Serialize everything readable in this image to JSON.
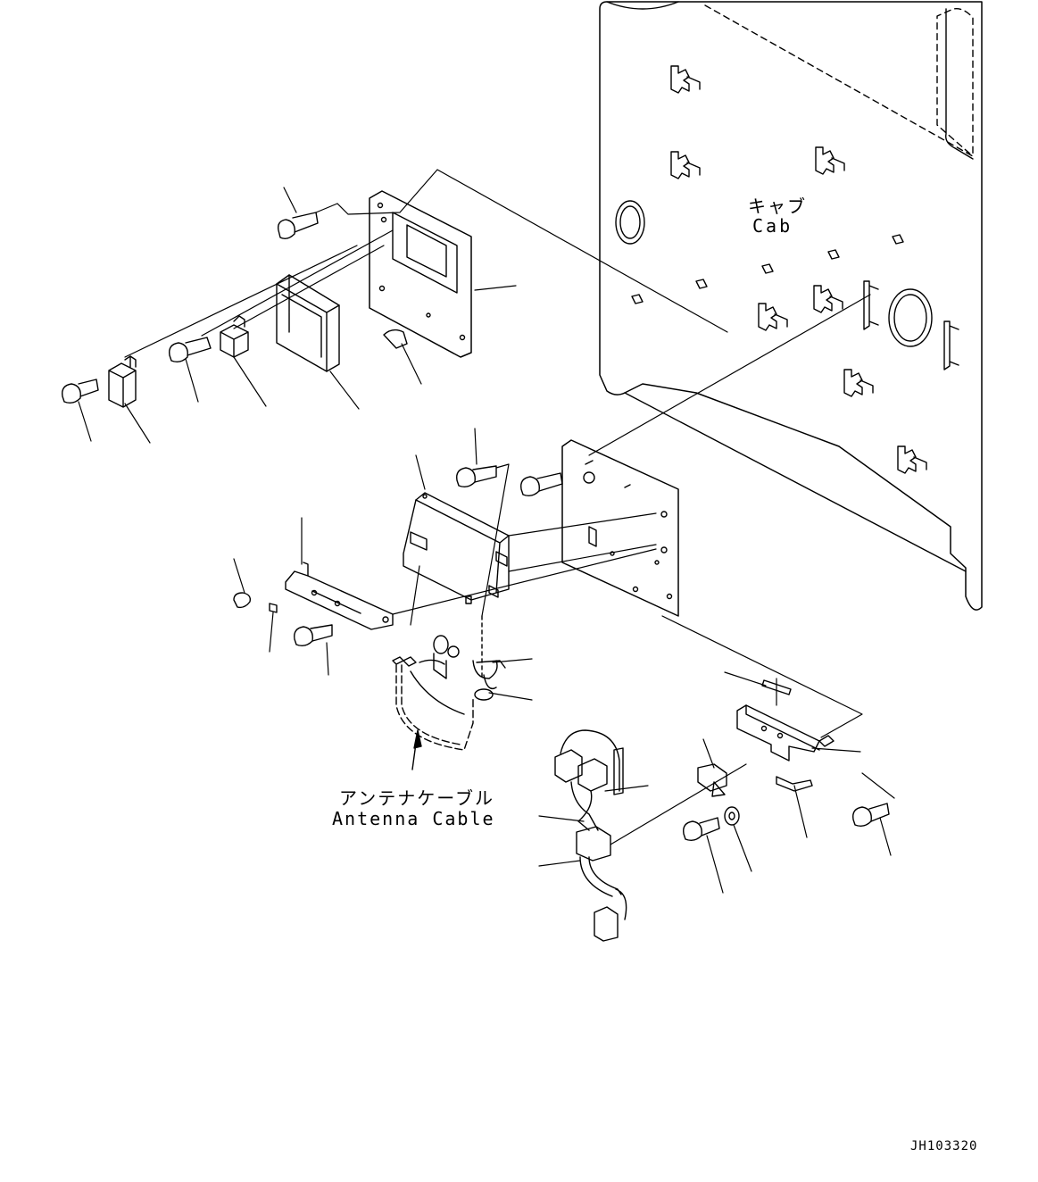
{
  "labels": {
    "cab_jp": "キャブ",
    "cab_en": "Cab",
    "antenna_jp": "アンテナケーブル",
    "antenna_en": "Antenna Cable"
  },
  "drawing_code": "JH103320"
}
